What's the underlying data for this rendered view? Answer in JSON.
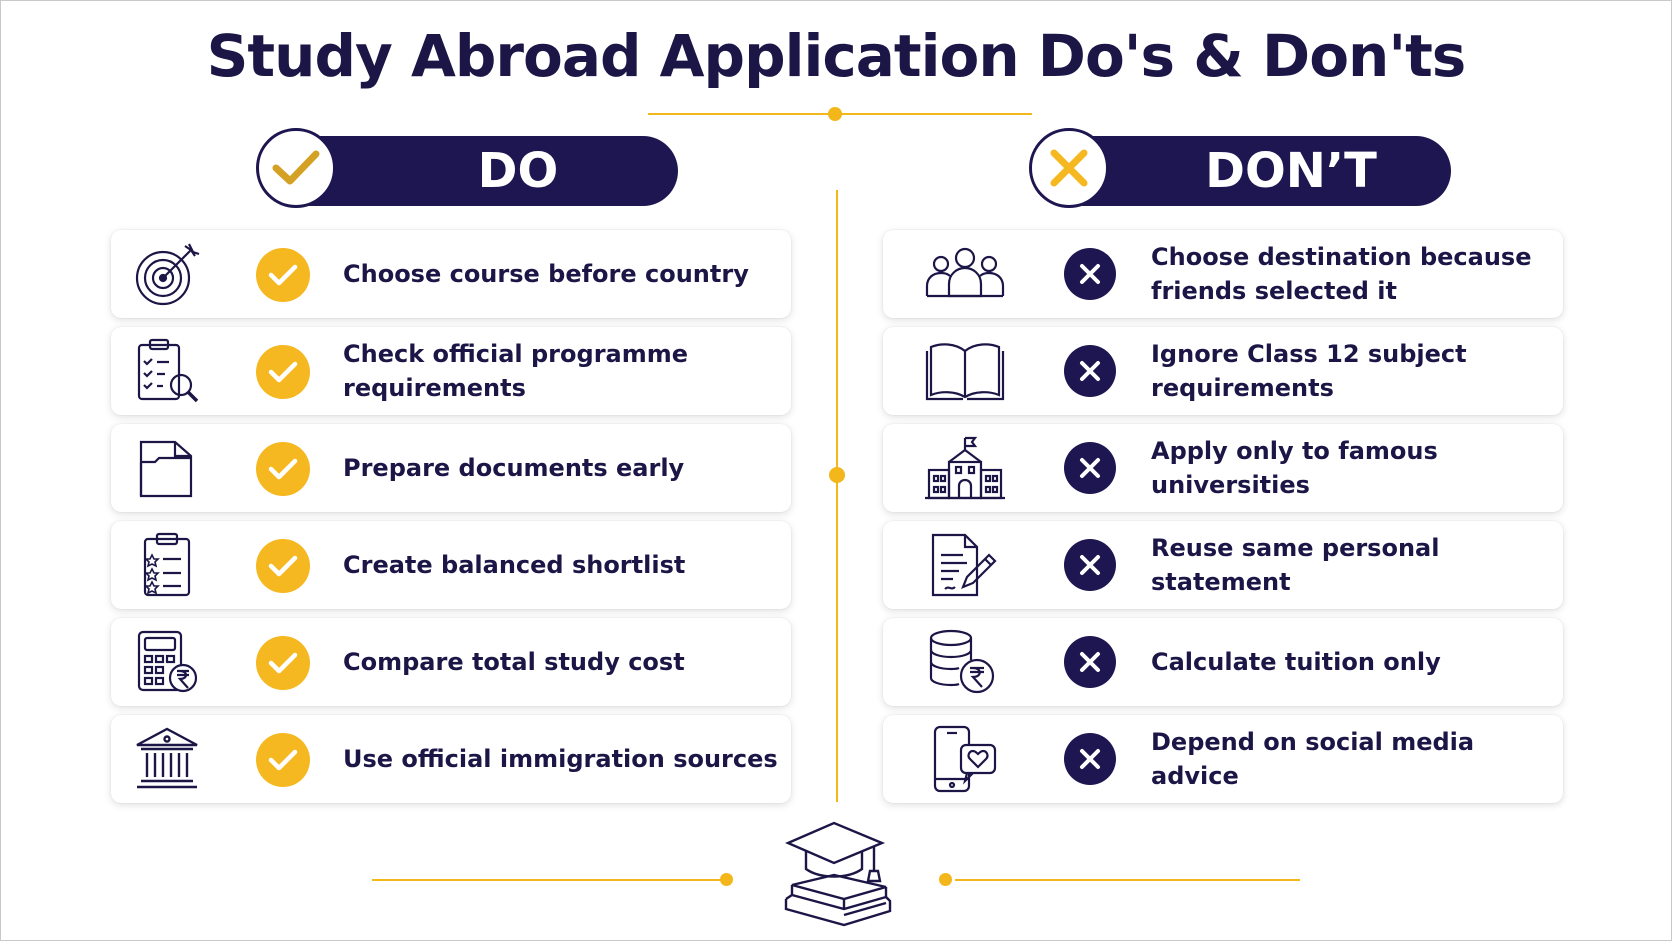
{
  "title": "Study Abroad Application Do's & Don'ts",
  "colors": {
    "navy": "#1d1650",
    "gold": "#f6b820",
    "text": "#1c1647"
  },
  "do_section": {
    "label": "DO",
    "header_icon": "check-icon",
    "items": [
      {
        "icon": "target-icon",
        "text": "Choose course before country"
      },
      {
        "icon": "checklist-search-icon",
        "text": "Check official programme requirements"
      },
      {
        "icon": "folder-icon",
        "text": "Prepare documents early"
      },
      {
        "icon": "clipboard-stars-icon",
        "text": "Create balanced shortlist"
      },
      {
        "icon": "calculator-rupee-icon",
        "text": "Compare total study cost"
      },
      {
        "icon": "government-building-icon",
        "text": "Use official immigration sources"
      }
    ]
  },
  "dont_section": {
    "label": "DON’T",
    "header_icon": "cross-icon",
    "items": [
      {
        "icon": "friends-group-icon",
        "text": "Choose destination because friends selected it"
      },
      {
        "icon": "open-book-icon",
        "text": "Ignore Class 12 subject requirements"
      },
      {
        "icon": "university-building-icon",
        "text": "Apply only to famous universities"
      },
      {
        "icon": "document-pencil-icon",
        "text": "Reuse same personal statement"
      },
      {
        "icon": "coins-rupee-icon",
        "text": "Calculate tuition only"
      },
      {
        "icon": "phone-heart-icon",
        "text": "Depend on social media advice"
      }
    ]
  },
  "footer_icon": "graduation-cap-books-icon"
}
